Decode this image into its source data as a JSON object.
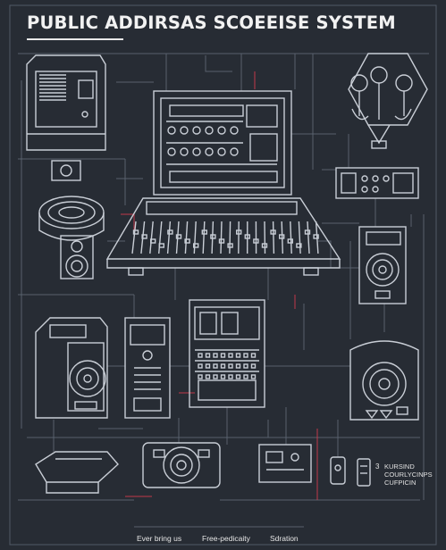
{
  "title": "PUBLIC ADDIRSAS SCOEEISE SYSTEM",
  "side_caption": {
    "digit": "3",
    "lines": [
      "KURSIND",
      "COURLYCINPS",
      "CUFPICIN"
    ]
  },
  "footer": {
    "left": "Ever bring us",
    "center": "Free-pedicaity",
    "right": "Sdration"
  },
  "colors": {
    "background": "#272c34",
    "line": "#c9ced6",
    "accent": "#c0394a"
  },
  "icons": [
    "speaker-icon",
    "mixing-console-icon",
    "microphone-icon",
    "amplifier-icon",
    "equalizer-icon",
    "wireless-receiver-icon",
    "cd-player-icon"
  ]
}
